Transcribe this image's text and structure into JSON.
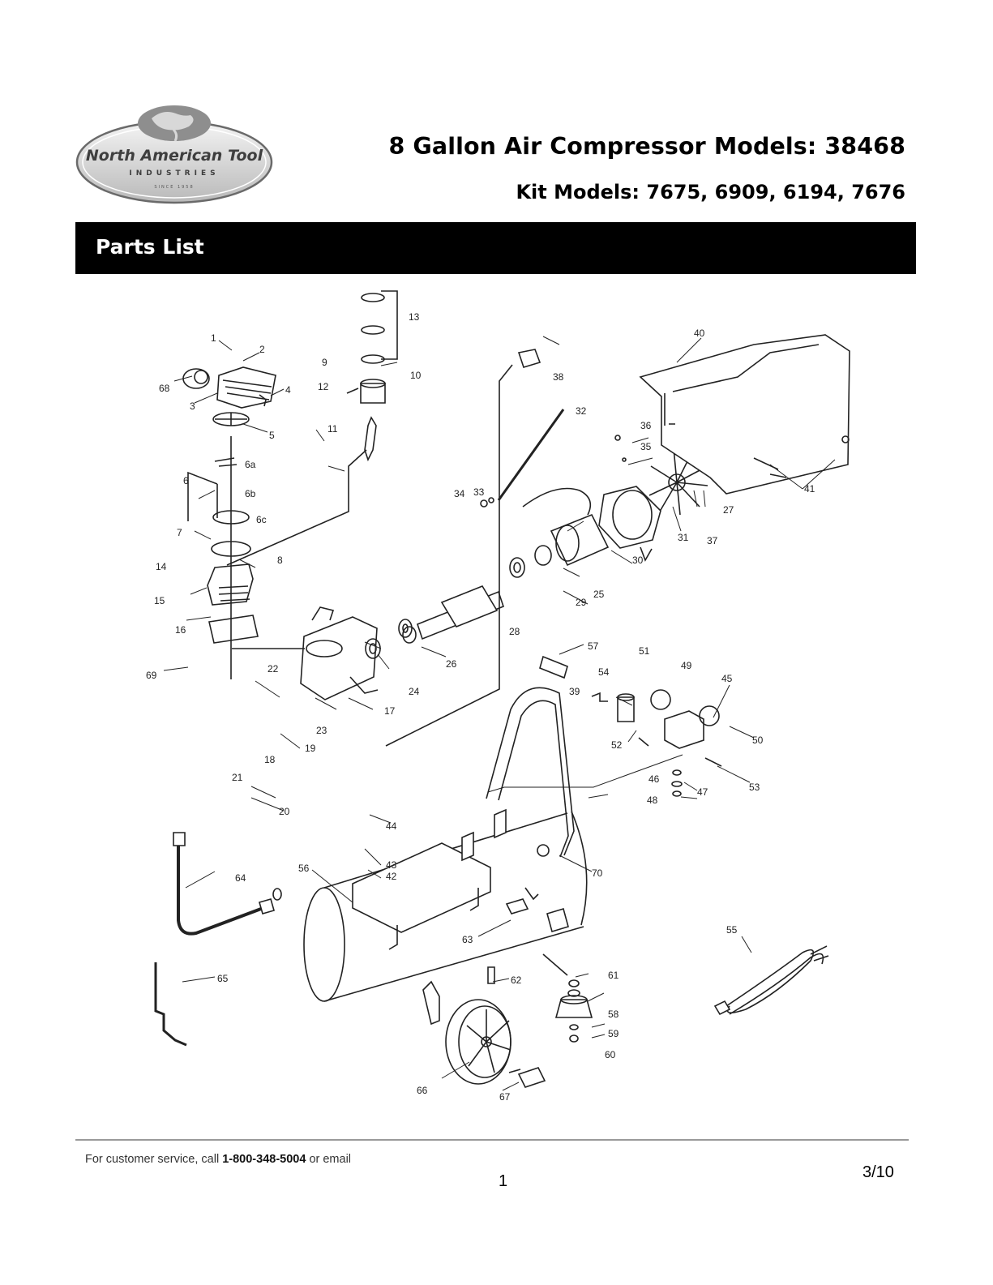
{
  "header": {
    "logo_text": "North American Tool",
    "logo_sub": "INDUSTRIES",
    "logo_since": "SINCE 1958",
    "title": "8 Gallon Air Compressor Models:  38468",
    "subtitle": "Kit Models: 7675, 6909, 6194, 7676"
  },
  "section": {
    "label": "Parts List"
  },
  "diagram": {
    "part_numbers": [
      "1",
      "2",
      "3",
      "4",
      "5",
      "6",
      "6a",
      "6b",
      "6c",
      "7",
      "8",
      "9",
      "10",
      "11",
      "12",
      "13",
      "14",
      "15",
      "16",
      "17",
      "18",
      "19",
      "20",
      "21",
      "22",
      "23",
      "24",
      "25",
      "26",
      "27",
      "28",
      "29",
      "30",
      "31",
      "32",
      "33",
      "34",
      "35",
      "36",
      "37",
      "38",
      "39",
      "40",
      "41",
      "42",
      "43",
      "44",
      "45",
      "46",
      "47",
      "48",
      "49",
      "50",
      "51",
      "52",
      "53",
      "54",
      "55",
      "56",
      "57",
      "58",
      "59",
      "60",
      "61",
      "62",
      "63",
      "64",
      "65",
      "66",
      "67",
      "68",
      "69",
      "70"
    ]
  },
  "footer": {
    "service_prefix": "For customer service, call ",
    "phone": "1-800-348-5004",
    "service_suffix": " or email",
    "page_number": "1",
    "date": "3/10"
  }
}
